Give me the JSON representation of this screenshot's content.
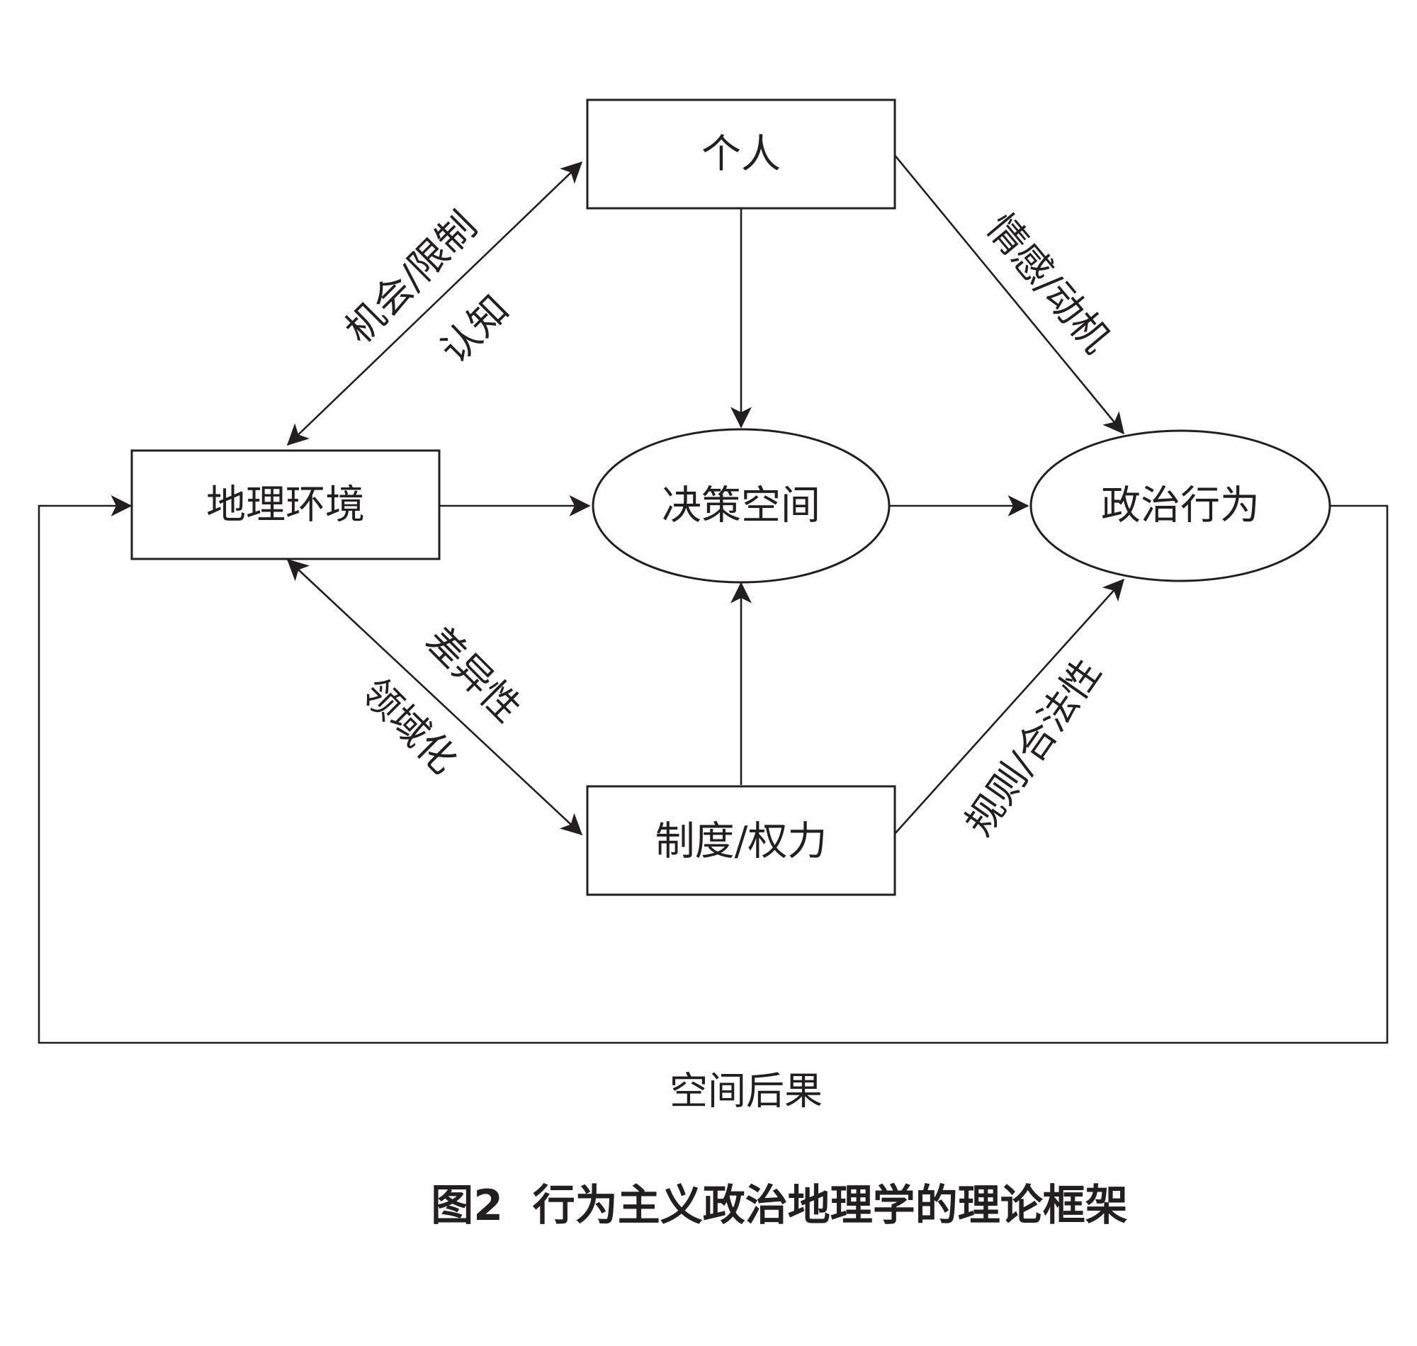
{
  "nodes": {
    "individual": "个人",
    "geo_environment": "地理环境",
    "decision_space": "决策空间",
    "political_behavior": "政治行为",
    "institution_power": "制度/权力"
  },
  "edge_labels": {
    "opportunity_constraint": "机会/限制",
    "cognition": "认知",
    "emotion_motive": "情感/动机",
    "difference": "差异性",
    "territorialization": "领域化",
    "rules_legitimacy": "规则/合法性",
    "spatial_consequence": "空间后果"
  },
  "caption": "图2  行为主义政治地理学的理论框架"
}
